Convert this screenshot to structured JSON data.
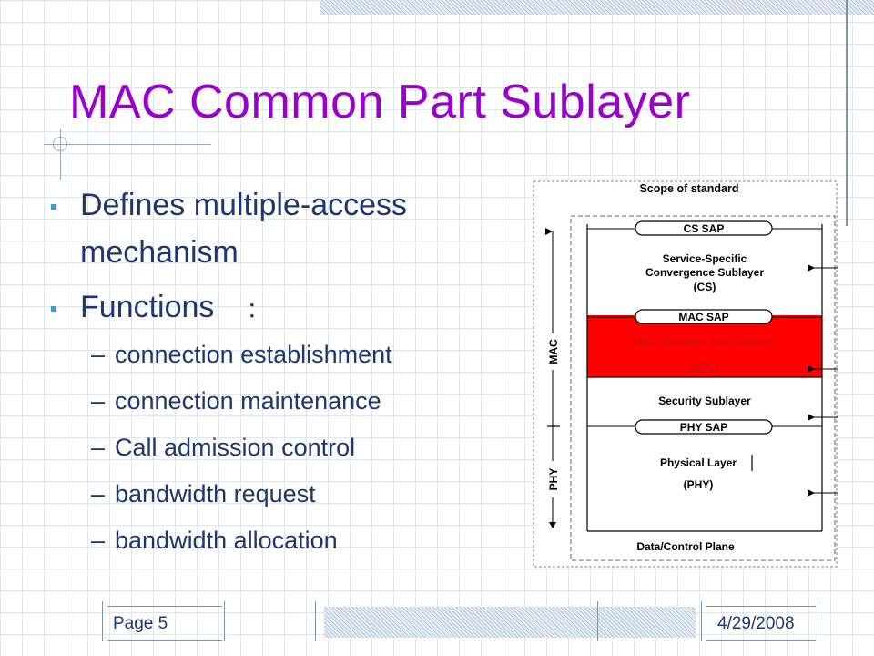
{
  "slide": {
    "title": "MAC  Common  Part  Sublayer",
    "bullets": [
      {
        "text": "Defines multiple-access",
        "continuation": "mechanism"
      },
      {
        "text": "Functions",
        "suffix": "："
      }
    ],
    "sub_bullets": [
      "connection establishment",
      "connection maintenance",
      "Call admission control",
      "bandwidth request",
      "bandwidth allocation"
    ],
    "dash": "–"
  },
  "diagram": {
    "scope_label": "Scope of standard",
    "cs_sap": "CS SAP",
    "cs_line1": "Service-Specific",
    "cs_line2": "Convergence Sublayer",
    "cs_line3": "(CS)",
    "mac_sap": "MAC SAP",
    "cps_line1": "MAC Common Part Sublayer",
    "cps_line2": "(MPC)",
    "security": "Security Sublayer",
    "phy_sap": "PHY SAP",
    "phy_line1": "Physical Layer",
    "phy_line2": "(PHY)",
    "bottom_label": "Data/Control Plane",
    "mac_axis": "MAC",
    "phy_axis": "PHY",
    "highlight_color": "#ff0000"
  },
  "footer": {
    "page": "Page 5",
    "date": "4/29/2008"
  }
}
